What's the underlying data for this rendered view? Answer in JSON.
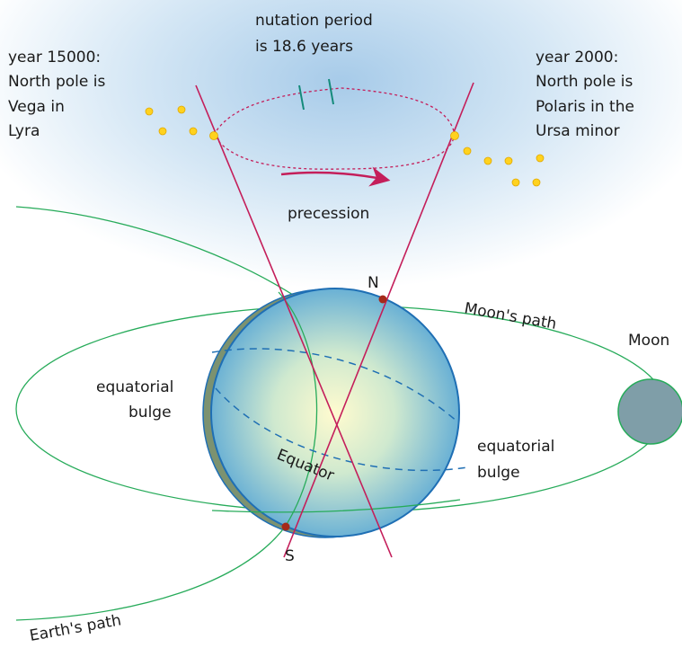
{
  "labels": {
    "nutation_line1": "nutation period",
    "nutation_line2": "is 18.6 years",
    "left_line1": "year 15000:",
    "left_line2": "North pole is",
    "left_line3": "Vega in",
    "left_line4": "Lyra",
    "right_line1": "year 2000:",
    "right_line2": "North pole is",
    "right_line3": "Polaris in the",
    "right_line4": "Ursa minor",
    "precession": "precession",
    "north": "N",
    "south": "S",
    "moons_path": "Moon's path",
    "moon": "Moon",
    "bulge_left_line1": "equatorial",
    "bulge_left_line2": "bulge",
    "bulge_right_line1": "equatorial",
    "bulge_right_line2": "bulge",
    "equator": "Equator",
    "earths_path": "Earth's path"
  },
  "colors": {
    "sky_glow": "#a9cdea",
    "earth_shadow": "#7c9270",
    "earth_edge": "#1f6fb4",
    "earth_center": "#fffbd0",
    "earth_outer": "#6cb1d9",
    "orbit_green": "#27ab5a",
    "axis_crimson": "#c41e5a",
    "star_yellow": "#ffd21f",
    "pole_dot": "#a52a1a",
    "moon_fill": "#7f9ea8",
    "nutation_ticks": "#138a7a"
  }
}
